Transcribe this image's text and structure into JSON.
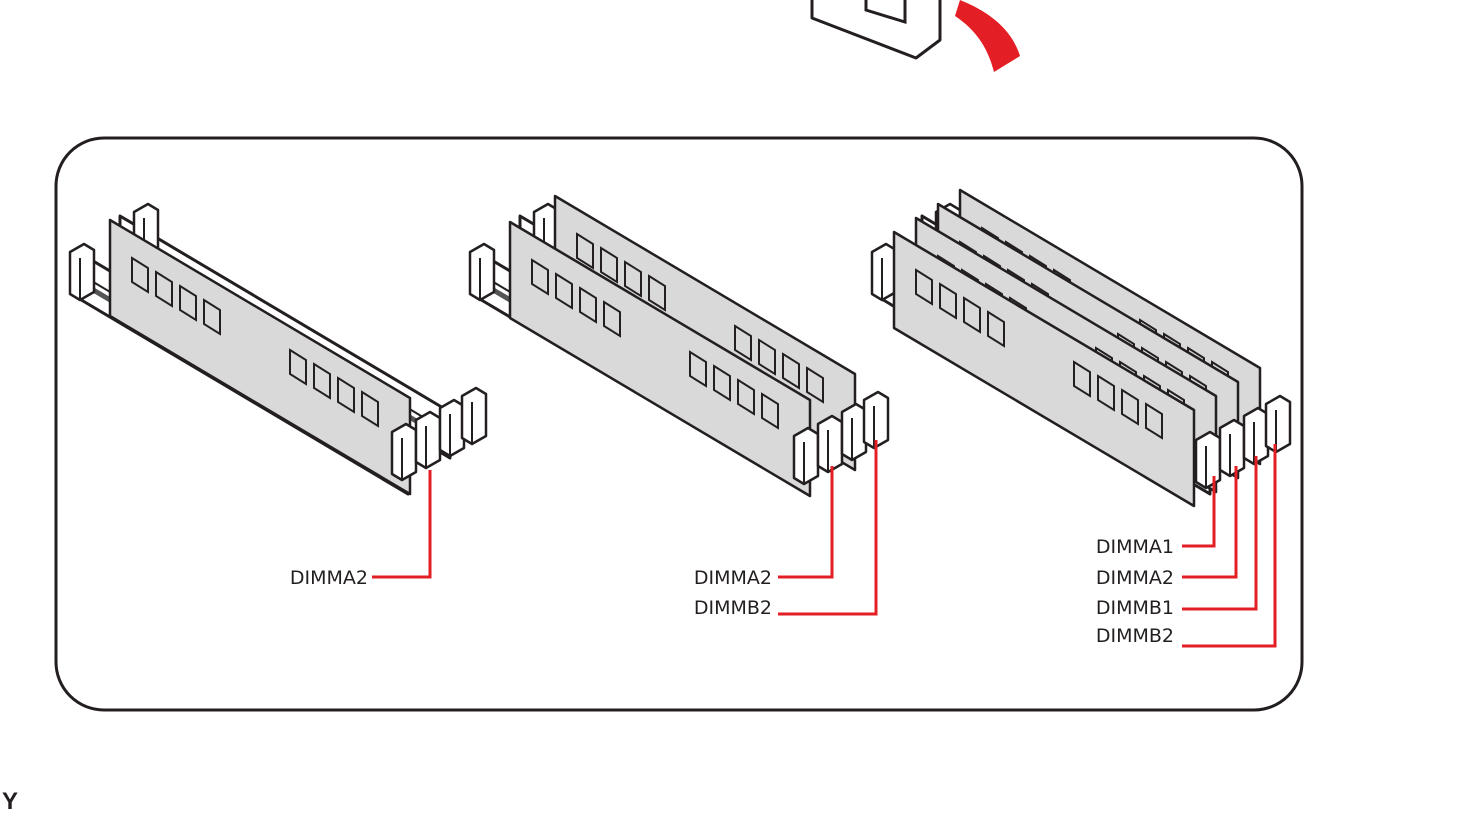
{
  "colors": {
    "accent": "#e31e24",
    "outline": "#231f20",
    "module_fill": "#d9d9d9",
    "background": "#ffffff"
  },
  "panels": [
    {
      "labels": [
        "DIMMA2"
      ]
    },
    {
      "labels": [
        "DIMMA2",
        "DIMMB2"
      ]
    },
    {
      "labels": [
        "DIMMA1",
        "DIMMA2",
        "DIMMB1",
        "DIMMB2"
      ]
    }
  ],
  "bottom_fragment": "Y"
}
